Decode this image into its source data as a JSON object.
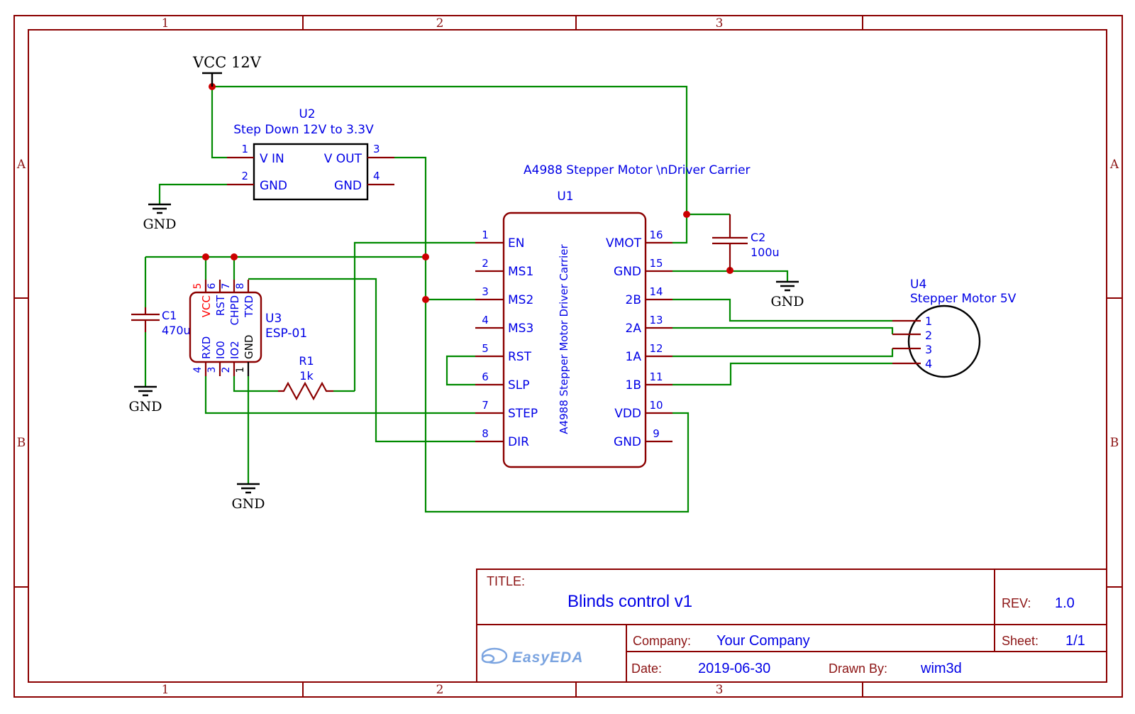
{
  "labels": {
    "vcc_12v": "VCC 12V",
    "gnd": "GND"
  },
  "frame": {
    "cols": [
      "1",
      "2",
      "3"
    ],
    "rows": [
      "A",
      "B"
    ]
  },
  "u2": {
    "ref": "U2",
    "desc": "Step Down 12V to 3.3V",
    "pins": {
      "p1": {
        "n": "1",
        "label": "V IN"
      },
      "p2": {
        "n": "2",
        "label": "GND"
      },
      "p3": {
        "n": "3",
        "label": "V OUT"
      },
      "p4": {
        "n": "4",
        "label": "GND"
      }
    }
  },
  "u3": {
    "ref": "U3",
    "value": "ESP-01",
    "pins": {
      "p5": {
        "n": "5",
        "label": "VCC"
      },
      "p6": {
        "n": "6",
        "label": "RST"
      },
      "p7": {
        "n": "7",
        "label": "CHPD"
      },
      "p8": {
        "n": "8",
        "label": "TXD"
      },
      "p4": {
        "n": "4",
        "label": "RXD"
      },
      "p3": {
        "n": "3",
        "label": "IO0"
      },
      "p2": {
        "n": "2",
        "label": "IO2"
      },
      "p1": {
        "n": "1",
        "label": "GND"
      }
    }
  },
  "r1": {
    "ref": "R1",
    "value": "1k"
  },
  "c1": {
    "ref": "C1",
    "value": "470u"
  },
  "c2": {
    "ref": "C2",
    "value": "100u"
  },
  "u1": {
    "header": "A4988 Stepper Motor \\nDriver Carrier",
    "ref": "U1",
    "body_label": "A4988 Stepper Motor Driver Carrier",
    "pins": {
      "p1": {
        "n": "1",
        "label": "EN"
      },
      "p2": {
        "n": "2",
        "label": "MS1"
      },
      "p3": {
        "n": "3",
        "label": "MS2"
      },
      "p4": {
        "n": "4",
        "label": "MS3"
      },
      "p5": {
        "n": "5",
        "label": "RST"
      },
      "p6": {
        "n": "6",
        "label": "SLP"
      },
      "p7": {
        "n": "7",
        "label": "STEP"
      },
      "p8": {
        "n": "8",
        "label": "DIR"
      },
      "p9": {
        "n": "9",
        "label": "GND"
      },
      "p10": {
        "n": "10",
        "label": "VDD"
      },
      "p11": {
        "n": "11",
        "label": "1B"
      },
      "p12": {
        "n": "12",
        "label": "1A"
      },
      "p13": {
        "n": "13",
        "label": "2A"
      },
      "p14": {
        "n": "14",
        "label": "2B"
      },
      "p15": {
        "n": "15",
        "label": "GND"
      },
      "p16": {
        "n": "16",
        "label": "VMOT"
      }
    }
  },
  "u4": {
    "ref": "U4",
    "desc": "Stepper Motor 5V",
    "p1": "1",
    "p2": "2",
    "p3": "3",
    "p4": "4"
  },
  "titleblock": {
    "title_label": "TITLE:",
    "title": "Blinds control v1",
    "rev_label": "REV:",
    "rev": "1.0",
    "company_label": "Company:",
    "company": "Your Company",
    "sheet_label": "Sheet:",
    "sheet": "1/1",
    "date_label": "Date:",
    "date": "2019-06-30",
    "drawn_label": "Drawn By:",
    "drawn": "wim3d",
    "logo": "EasyEDA"
  }
}
